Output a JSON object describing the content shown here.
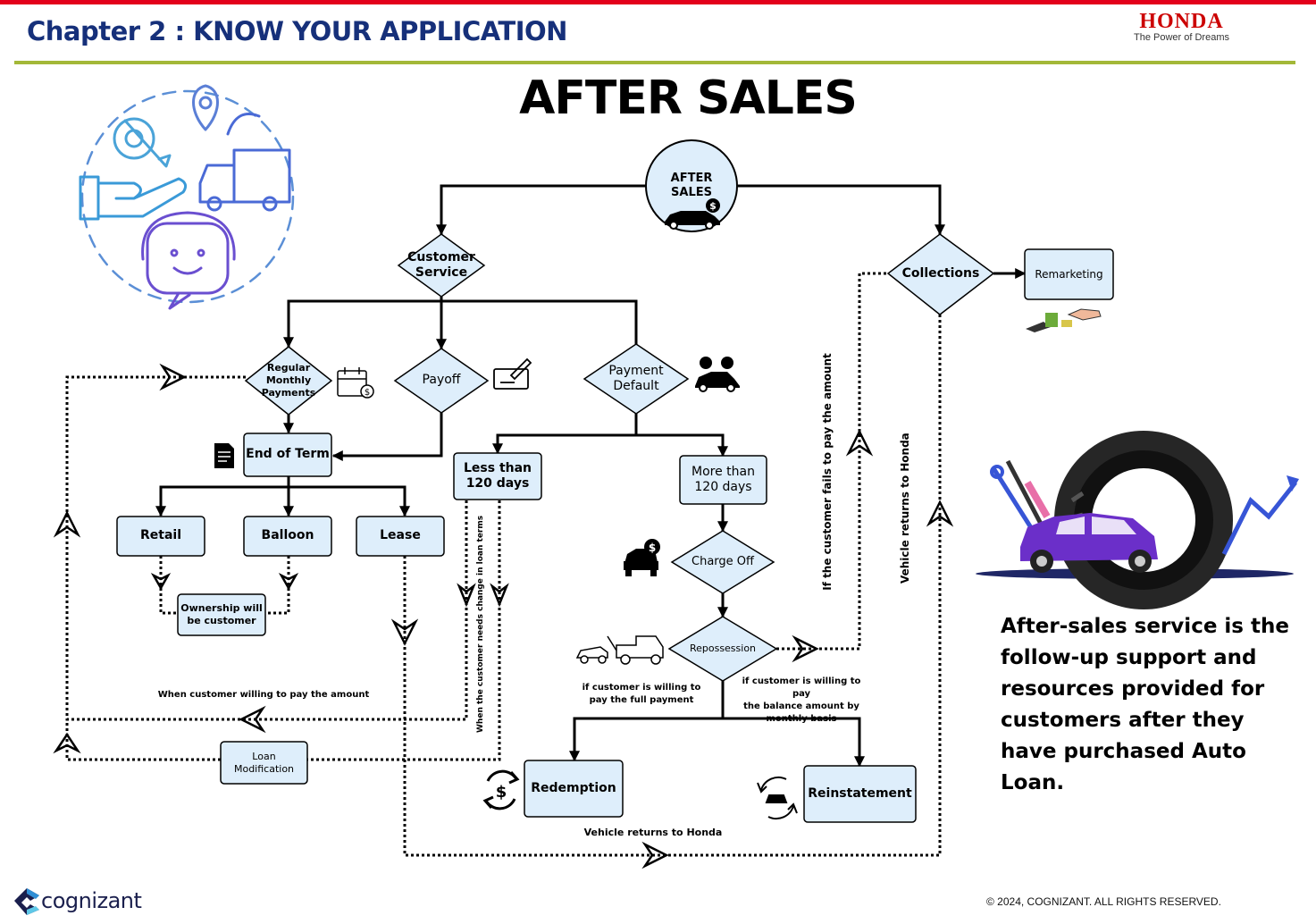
{
  "header": {
    "chapter_title": "Chapter 2 : KNOW YOUR APPLICATION",
    "brand_name": "HONDA",
    "brand_tagline": "The Power of Dreams"
  },
  "title": "AFTER SALES",
  "nodes": {
    "after_sales": "AFTER\nSALES",
    "customer_service": "Customer\nService",
    "collections": "Collections",
    "remarketing": "Remarketing",
    "regular_monthly_payments": "Regular\nMonthly\nPayments",
    "payoff": "Payoff",
    "payment_default": "Payment\nDefault",
    "end_of_term": "End of Term",
    "less_than_120": "Less than\n120 days",
    "more_than_120": "More than\n120 days",
    "retail": "Retail",
    "balloon": "Balloon",
    "lease": "Lease",
    "ownership": "Ownership will\nbe customer",
    "charge_off": "Charge Off",
    "repossession": "Repossession",
    "loan_modification": "Loan\nModification",
    "redemption": "Redemption",
    "reinstatement": "Reinstatement"
  },
  "edge_labels": {
    "when_customer_willing": "When customer willing to pay the amount",
    "change_in_loan_terms": "When the customer needs change in loan terms",
    "willing_full_payment": "if customer is willing to\npay the full payment",
    "willing_balance_monthly": "if customer is willing to pay\nthe balance amount by\nmonthly basis",
    "vehicle_returns_bottom": "Vehicle returns to Honda",
    "fails_to_pay": "If the customer fails to pay the amount",
    "vehicle_returns_side": "Vehicle returns to Honda"
  },
  "description": "After-sales service is the follow-up support and resources provided for customers after they have purchased  Auto Loan.",
  "footer": {
    "company": "cognizant",
    "copyright": "© 2024, COGNIZANT. ALL RIGHTS RESERVED."
  },
  "colors": {
    "node_fill": "#deeefb",
    "header_title": "#16307a",
    "brand_red": "#cc0000",
    "accent_rule": "#a3b838",
    "top_bar": "#e3001b"
  }
}
